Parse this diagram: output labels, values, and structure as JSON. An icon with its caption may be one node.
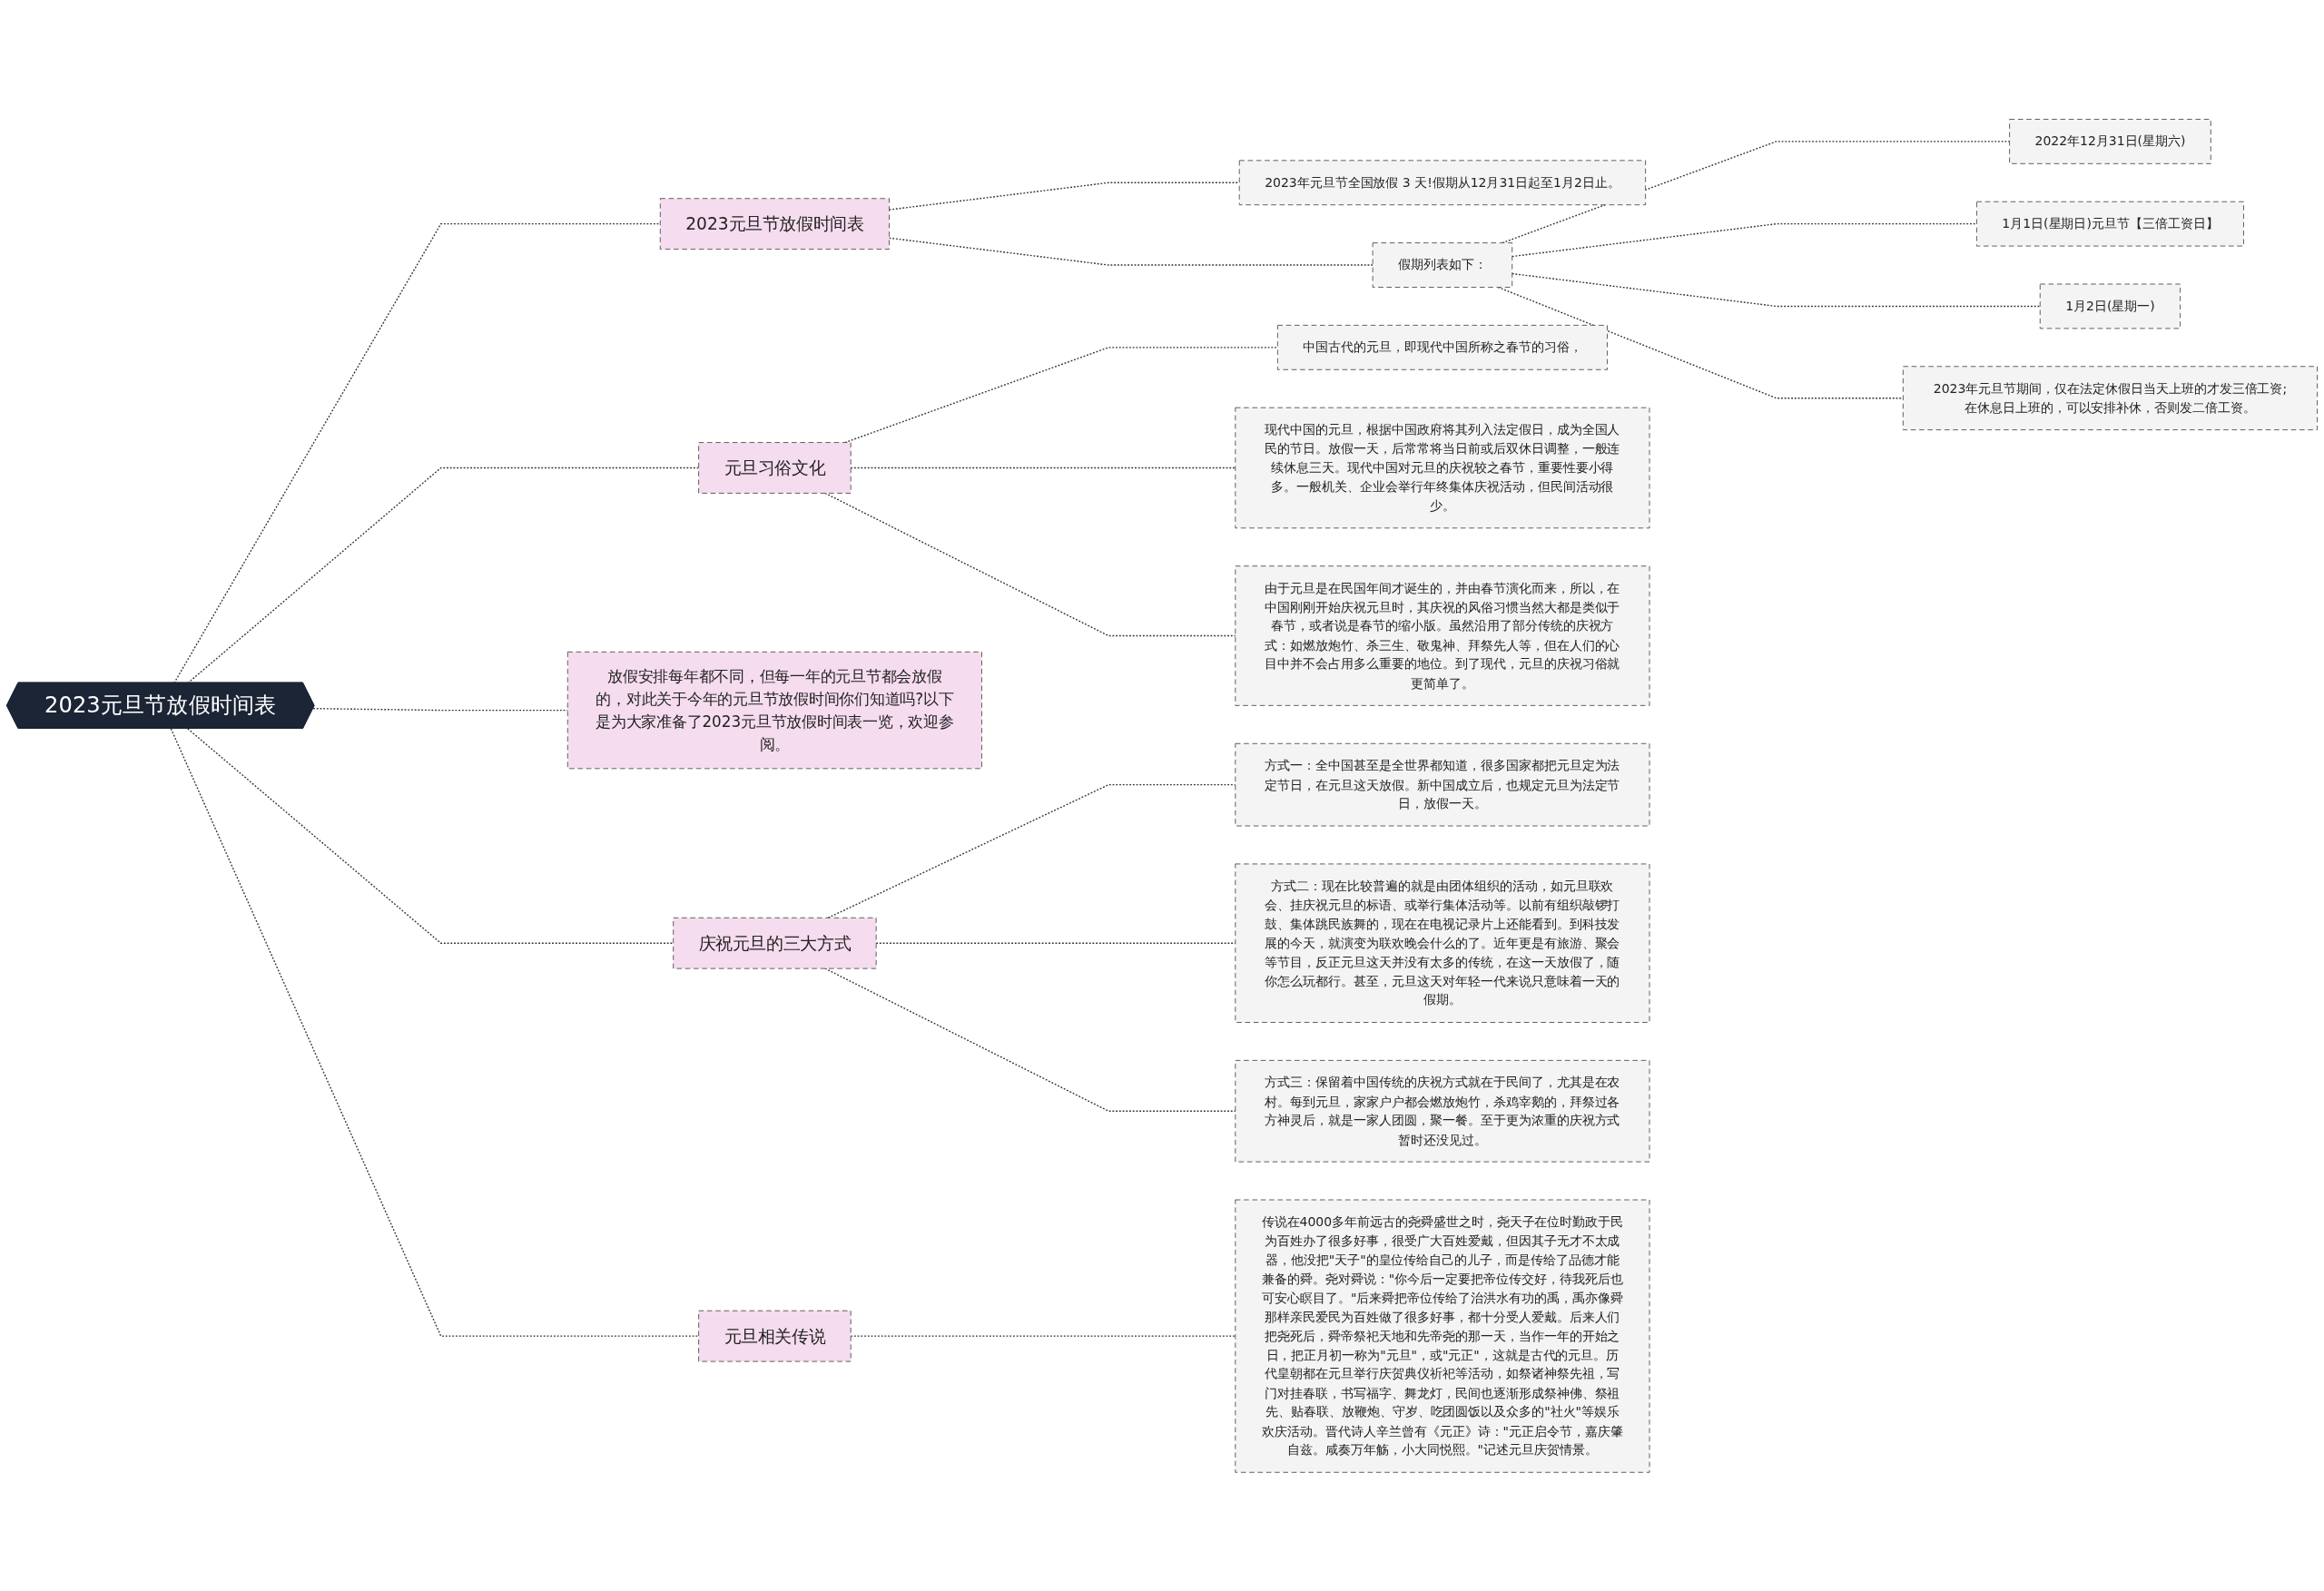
{
  "diagram": {
    "nodes": [
      {
        "text": [
          "2023元旦节放假时间表"
        ]
      },
      {
        "text": [
          "2023元旦节放假时间表"
        ]
      },
      {
        "text": [
          "2023年元旦节全国放假 3 天!假期从12月31日起至1月2日止。"
        ]
      },
      {
        "text": [
          "假期列表如下："
        ]
      },
      {
        "text": [
          "2022年12月31日(星期六)"
        ]
      },
      {
        "text": [
          "1月1日(星期日)元旦节【三倍工资日】"
        ]
      },
      {
        "text": [
          "1月2日(星期一)"
        ]
      },
      {
        "text": [
          "2023年元旦节期间，仅在法定休假日当天上班的才发三倍工资;在休息日上班的，可以安排补休，否则发二倍工资。"
        ]
      },
      {
        "text": [
          "元旦习俗文化"
        ]
      },
      {
        "text": [
          "中国古代的元旦，即现代中国所称之春节的习俗，"
        ]
      },
      {
        "text": [
          "现代中国的元旦，根据中国政府将其列入法定假日，成为全国人民的节日。放假一天，后常常将当日前或后双休日调整，一般连续休息三天。现代中国对元旦的庆祝较之春节，重要性要小得多。一般机关、企业会举行年终集体庆祝活动，但民间活动很少。"
        ]
      },
      {
        "text": [
          "由于元旦是在民国年间才诞生的，并由春节演化而来，所以，在中国刚刚开始庆祝元旦时，其庆祝的风俗习惯当然大都是类似于春节，或者说是春节的缩小版。虽然沿用了部分传统的庆祝方式：如燃放炮竹、杀三生、敬鬼神、拜祭先人等，但在人们的心目中并不会占用多么重要的地位。到了现代，元旦的庆祝习俗就更简单了。"
        ]
      },
      {
        "text": [
          "放假安排每年都不同，但每一年的元旦节都会放假的，对此关于今年的元旦节放假时间你们知道吗?以下是为大家准备了2023元旦节放假时间表一览，欢迎参阅。"
        ]
      },
      {
        "text": [
          "庆祝元旦的三大方式"
        ]
      },
      {
        "text": [
          "方式一：全中国甚至是全世界都知道，很多国家都把元旦定为法定节日，在元旦这天放假。新中国成立后，也规定元旦为法定节日，放假一天。"
        ]
      },
      {
        "text": [
          "方式二：现在比较普遍的就是由团体组织的活动，如元旦联欢会、挂庆祝元旦的标语、或举行集体活动等。以前有组织敲锣打鼓、集体跳民族舞的，现在在电视记录片上还能看到。到科技发展的今天，就演变为联欢晚会什么的了。近年更是有旅游、聚会等节目，反正元旦这天并没有太多的传统，在这一天放假了，随你怎么玩都行。甚至，元旦这天对年轻一代来说只意味着一天的假期。"
        ]
      },
      {
        "text": [
          "方式三：保留着中国传统的庆祝方式就在于民间了，尤其是在农村。每到元旦，家家户户都会燃放炮竹，杀鸡宰鹅的，拜祭过各方神灵后，就是一家人团圆，聚一餐。至于更为浓重的庆祝方式暂时还没见过。"
        ]
      },
      {
        "text": [
          "元旦相关传说"
        ]
      },
      {
        "text": [
          "传说在4000多年前远古的尧舜盛世之时，尧天子在位时勤政于民为百姓办了很多好事，很受广大百姓爱戴，但因其子无才不太成器，他没把\"天子\"的皇位传给自己的儿子，而是传给了品德才能兼备的舜。尧对舜说：\"你今后一定要把帝位传交好，待我死后也可安心瞑目了。\"后来舜把帝位传给了治洪水有功的禹，禹亦像舜那样亲民爱民为百姓做了很多好事，都十分受人爱戴。后来人们把尧死后，舜帝祭祀天地和先帝尧的那一天，当作一年的开始之日，把正月初一称为\"元旦\"，或\"元正\"，这就是古代的元旦。历代皇朝都在元旦举行庆贺典仪祈祀等活动，如祭诸神祭先祖，写门对挂春联，书写福字、舞龙灯，民间也逐渐形成祭神佛、祭祖先、贴春联、放鞭炮、守岁、吃团圆饭以及众多的\"社火\"等娱乐欢庆活动。晋代诗人辛兰曾有《元正》诗：\"元正启令节，嘉庆肇自兹。咸奏万年觞，小大同悦熙。\"记述元旦庆贺情景。"
        ]
      }
    ],
    "edges": [
      {
        "from": 0,
        "to": 1,
        "arrow": "none"
      },
      {
        "from": 1,
        "to": 2,
        "arrow": "none"
      },
      {
        "from": 1,
        "to": 3,
        "arrow": "none"
      },
      {
        "from": 3,
        "to": 4,
        "arrow": "none"
      },
      {
        "from": 3,
        "to": 5,
        "arrow": "none"
      },
      {
        "from": 3,
        "to": 6,
        "arrow": "none"
      },
      {
        "from": 3,
        "to": 7,
        "arrow": "none"
      },
      {
        "from": 0,
        "to": 8,
        "arrow": "none"
      },
      {
        "from": 8,
        "to": 9,
        "arrow": "none"
      },
      {
        "from": 8,
        "to": 10,
        "arrow": "none"
      },
      {
        "from": 8,
        "to": 11,
        "arrow": "none"
      },
      {
        "from": 0,
        "to": 12,
        "arrow": "none"
      },
      {
        "from": 0,
        "to": 13,
        "arrow": "none"
      },
      {
        "from": 13,
        "to": 14,
        "arrow": "none"
      },
      {
        "from": 13,
        "to": 15,
        "arrow": "none"
      },
      {
        "from": 13,
        "to": 16,
        "arrow": "none"
      },
      {
        "from": 0,
        "to": 17,
        "arrow": "none"
      },
      {
        "from": 17,
        "to": 18,
        "arrow": "none"
      }
    ]
  }
}
